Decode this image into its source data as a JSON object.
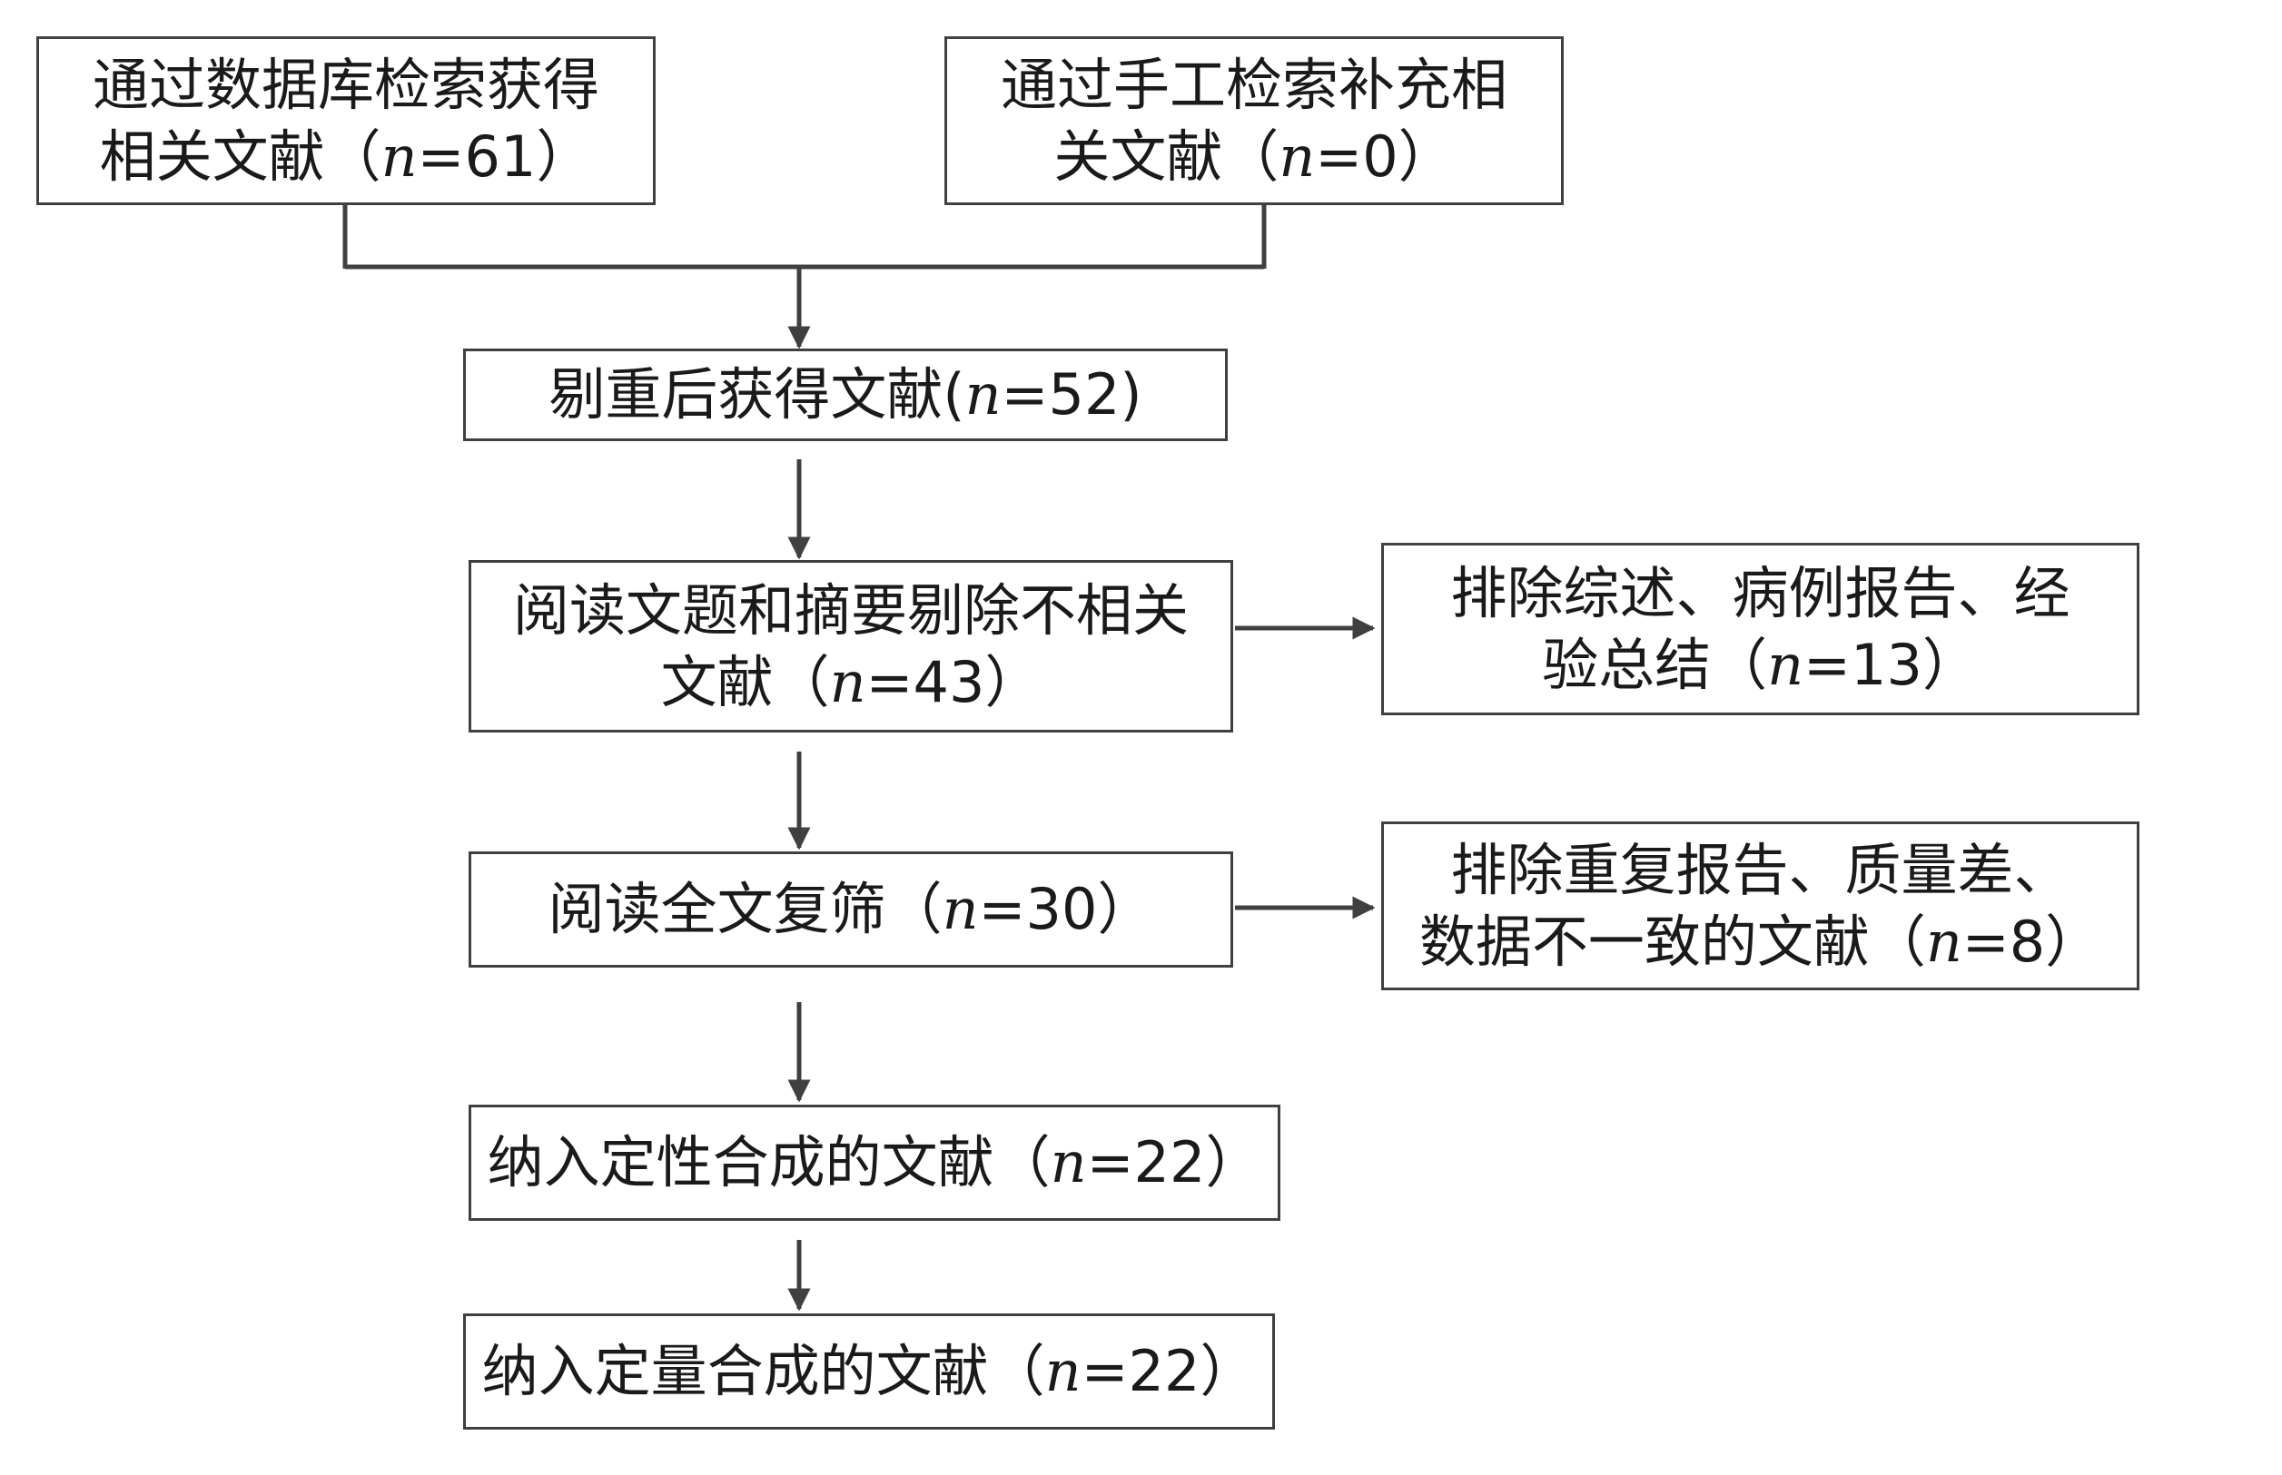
{
  "boxes": {
    "database_search": {
      "line1": "通过数据库检索获得",
      "pre": "相关文献（",
      "n": "n",
      "post": "=61）"
    },
    "manual_search": {
      "line1": "通过手工检索补充相",
      "pre": "关文献（",
      "n": "n",
      "post": "=0）"
    },
    "after_dedup": {
      "pre": "剔重后获得文献(",
      "n": "n",
      "post": "=52)"
    },
    "title_abstract": {
      "line1": "阅读文题和摘要剔除不相关",
      "pre": "文献（",
      "n": "n",
      "post": "=43）"
    },
    "exclude_reviews": {
      "line1": "排除综述、病例报告、经",
      "pre": "验总结（",
      "n": "n",
      "post": "=13）"
    },
    "full_text": {
      "pre": "阅读全文复筛（",
      "n": "n",
      "post": "=30）"
    },
    "exclude_duplicates": {
      "line1": "排除重复报告、质量差、",
      "pre": "数据不一致的文献（",
      "n": "n",
      "post": "=8）"
    },
    "qualitative": {
      "pre": "纳入定性合成的文献（",
      "n": "n",
      "post": "=22）"
    },
    "quantitative": {
      "pre": "纳入定量合成的文献（",
      "n": "n",
      "post": "=22）"
    }
  }
}
